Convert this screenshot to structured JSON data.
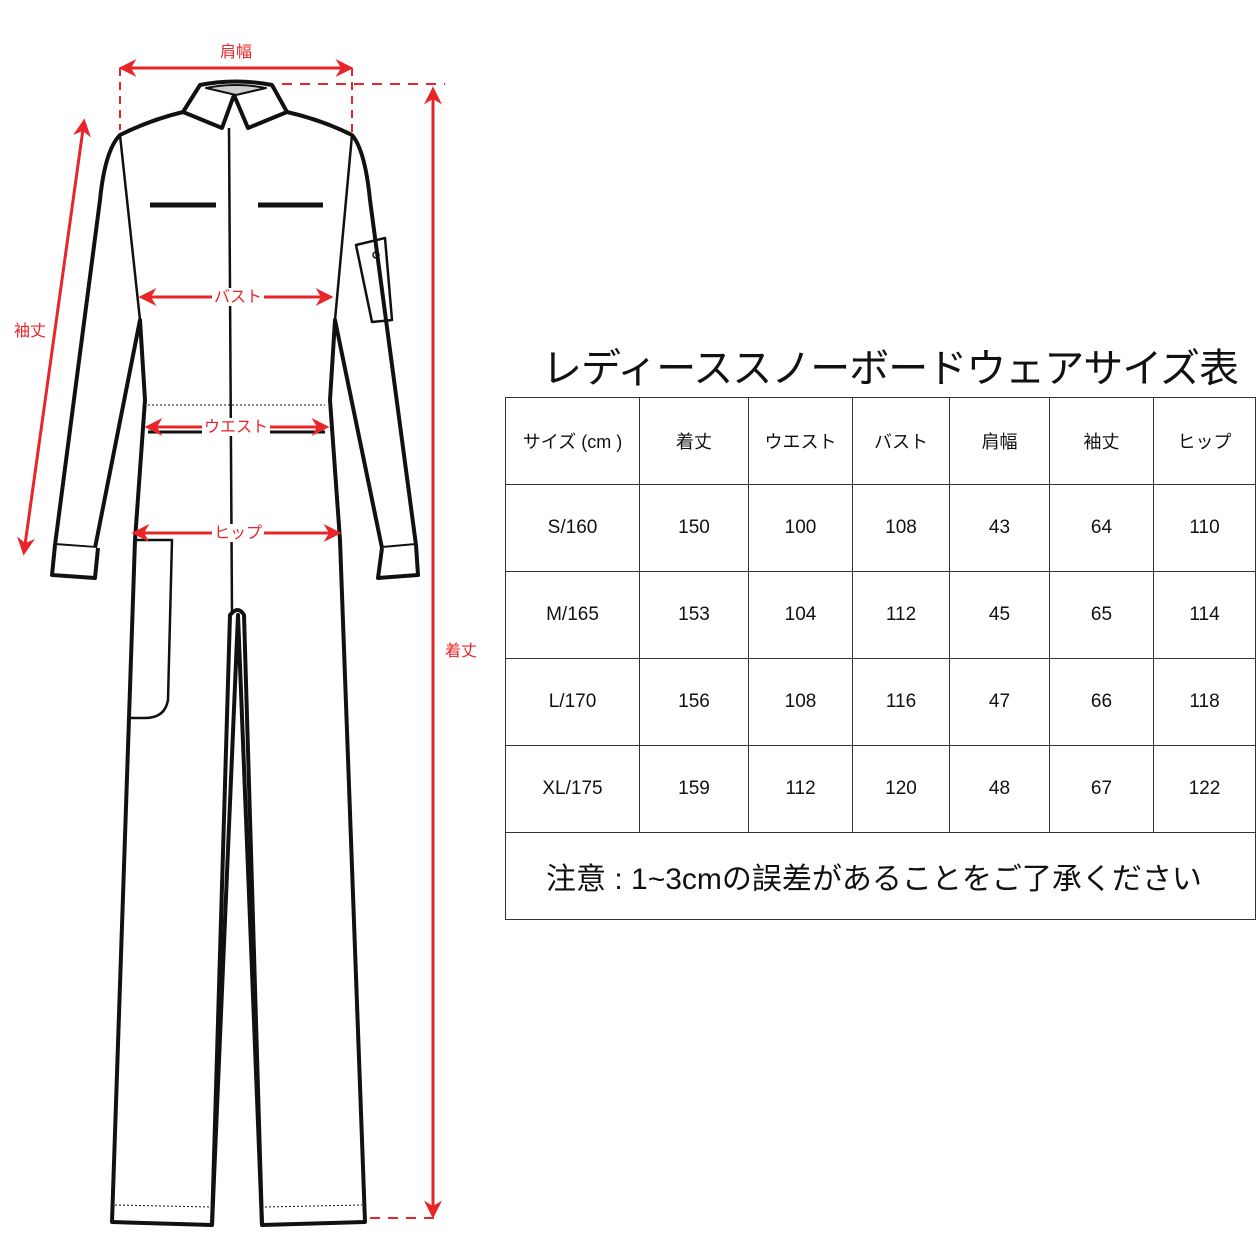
{
  "figure": {
    "labels": {
      "shoulder": "肩幅",
      "sleeve": "袖丈",
      "bust": "バスト",
      "waist": "ウエスト",
      "hip": "ヒップ",
      "length": "着丈"
    },
    "accent_color": "#e8262a"
  },
  "table": {
    "title": "レディーススノーボードウェアサイズ表",
    "headers": [
      "サイズ (cm )",
      "着丈",
      "ウエスト",
      "バスト",
      "肩幅",
      "袖丈",
      "ヒップ"
    ],
    "rows": [
      [
        "S/160",
        "150",
        "100",
        "108",
        "43",
        "64",
        "110"
      ],
      [
        "M/165",
        "153",
        "104",
        "112",
        "45",
        "65",
        "114"
      ],
      [
        "L/170",
        "156",
        "108",
        "116",
        "47",
        "66",
        "118"
      ],
      [
        "XL/175",
        "159",
        "112",
        "120",
        "48",
        "67",
        "122"
      ]
    ],
    "note": "注意 : 1~3cmの誤差があることをご了承ください"
  },
  "chart_data": {
    "type": "table",
    "title": "レディーススノーボードウェアサイズ表",
    "columns": [
      "サイズ (cm )",
      "着丈",
      "ウエスト",
      "バスト",
      "肩幅",
      "袖丈",
      "ヒップ"
    ],
    "rows": [
      [
        "S/160",
        150,
        100,
        108,
        43,
        64,
        110
      ],
      [
        "M/165",
        153,
        104,
        112,
        45,
        65,
        114
      ],
      [
        "L/170",
        156,
        108,
        116,
        47,
        66,
        118
      ],
      [
        "XL/175",
        159,
        112,
        120,
        48,
        67,
        122
      ]
    ],
    "note": "注意 : 1~3cmの誤差があることをご了承ください"
  }
}
